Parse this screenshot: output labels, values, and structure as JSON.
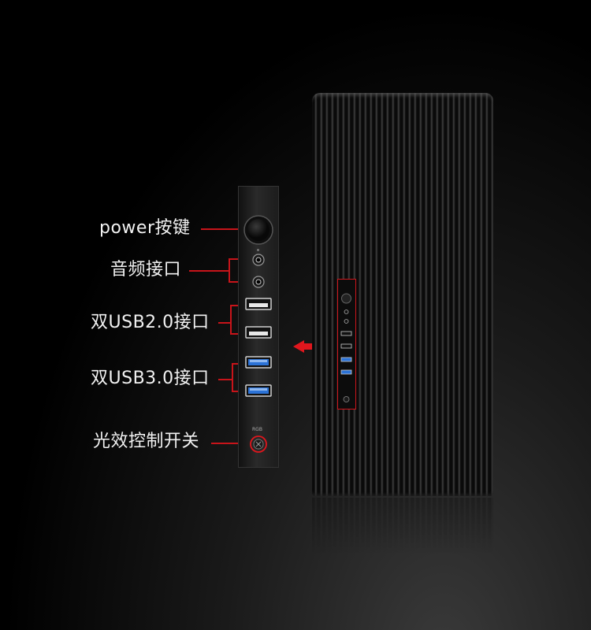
{
  "labels": {
    "power": "power按键",
    "audio": "音频接口",
    "usb2": "双USB2.0接口",
    "usb3": "双USB3.0接口",
    "light": "光效控制开关"
  },
  "panel": {
    "rgb_text": "RGB"
  },
  "colors": {
    "accent_red": "#e0161d",
    "usb3_blue": "#2b72d6",
    "label_text": "#f2f2f2"
  },
  "icons": {
    "arrow": "left-arrow-icon"
  }
}
